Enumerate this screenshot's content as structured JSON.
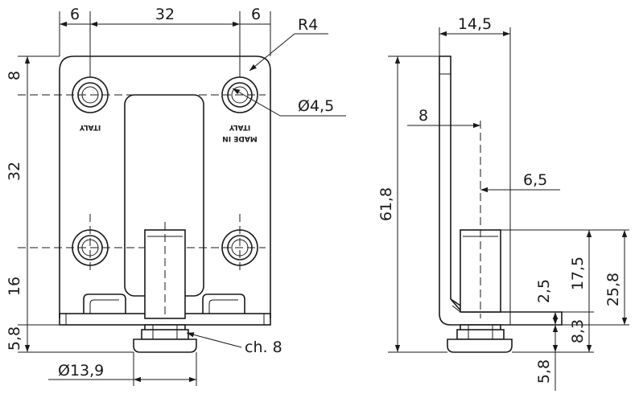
{
  "front_view": {
    "dims": {
      "top_left_6": "6",
      "top_32": "32",
      "top_right_6": "6",
      "radius": "R4",
      "hole_dia": "Ø4,5",
      "left_8": "8",
      "left_32": "32",
      "left_16": "16",
      "left_5_8": "5,8",
      "chamfer": "ch. 8",
      "pin_dia": "Ø13,9"
    },
    "emboss": {
      "left": "ITALY",
      "right_line1": "MADE IN",
      "right_line2": "ITALY"
    }
  },
  "side_view": {
    "dims": {
      "top_14_5": "14,5",
      "dim_8": "8",
      "dim_6_5": "6,5",
      "height_61_8": "61,8",
      "dim_17_5": "17,5",
      "dim_25_8": "25,8",
      "dim_2_5": "2,5",
      "dim_8_3": "8,3",
      "dim_5_8": "5,8"
    }
  }
}
